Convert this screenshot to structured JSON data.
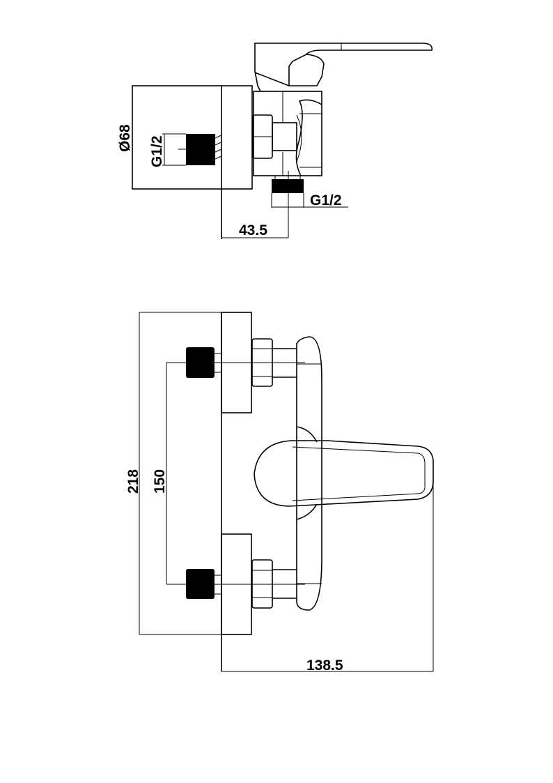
{
  "side_view": {
    "diameter_label": "Ø68",
    "inlet_thread_label": "G1/2",
    "outlet_thread_label": "G1/2",
    "depth_label": "43.5"
  },
  "front_view": {
    "height_label": "218",
    "inlet_spacing_label": "150",
    "projection_label": "138.5"
  },
  "colors": {
    "line": "#000000",
    "background": "#ffffff"
  }
}
